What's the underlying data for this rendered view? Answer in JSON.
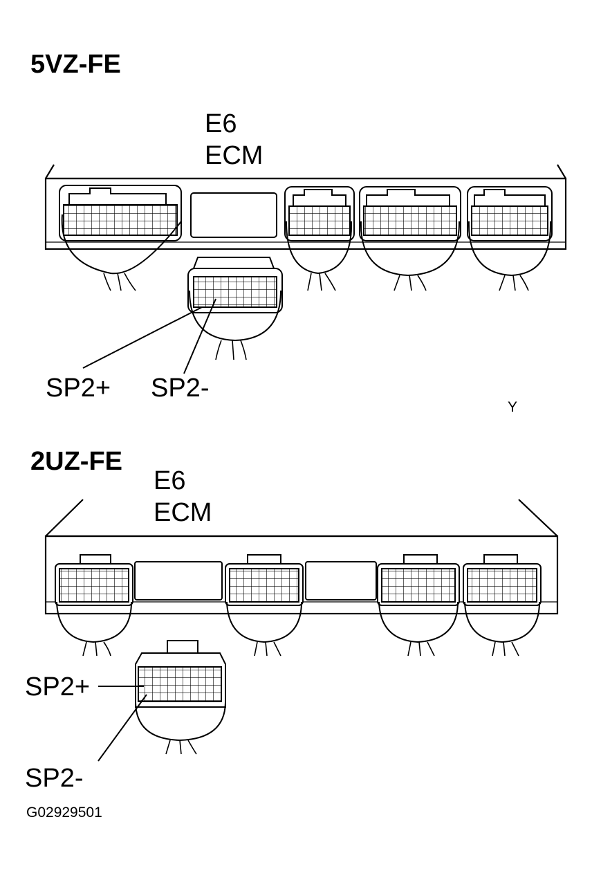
{
  "sections": [
    {
      "engine": "5VZ-FE",
      "connector_id": "E6",
      "unit": "ECM",
      "pin_labels": [
        "SP2+",
        "SP2-"
      ],
      "corner_mark": "Y"
    },
    {
      "engine": "2UZ-FE",
      "connector_id": "E6",
      "unit": "ECM",
      "pin_labels": [
        "SP2+",
        "SP2-"
      ]
    }
  ],
  "figure_code": "G02929501"
}
